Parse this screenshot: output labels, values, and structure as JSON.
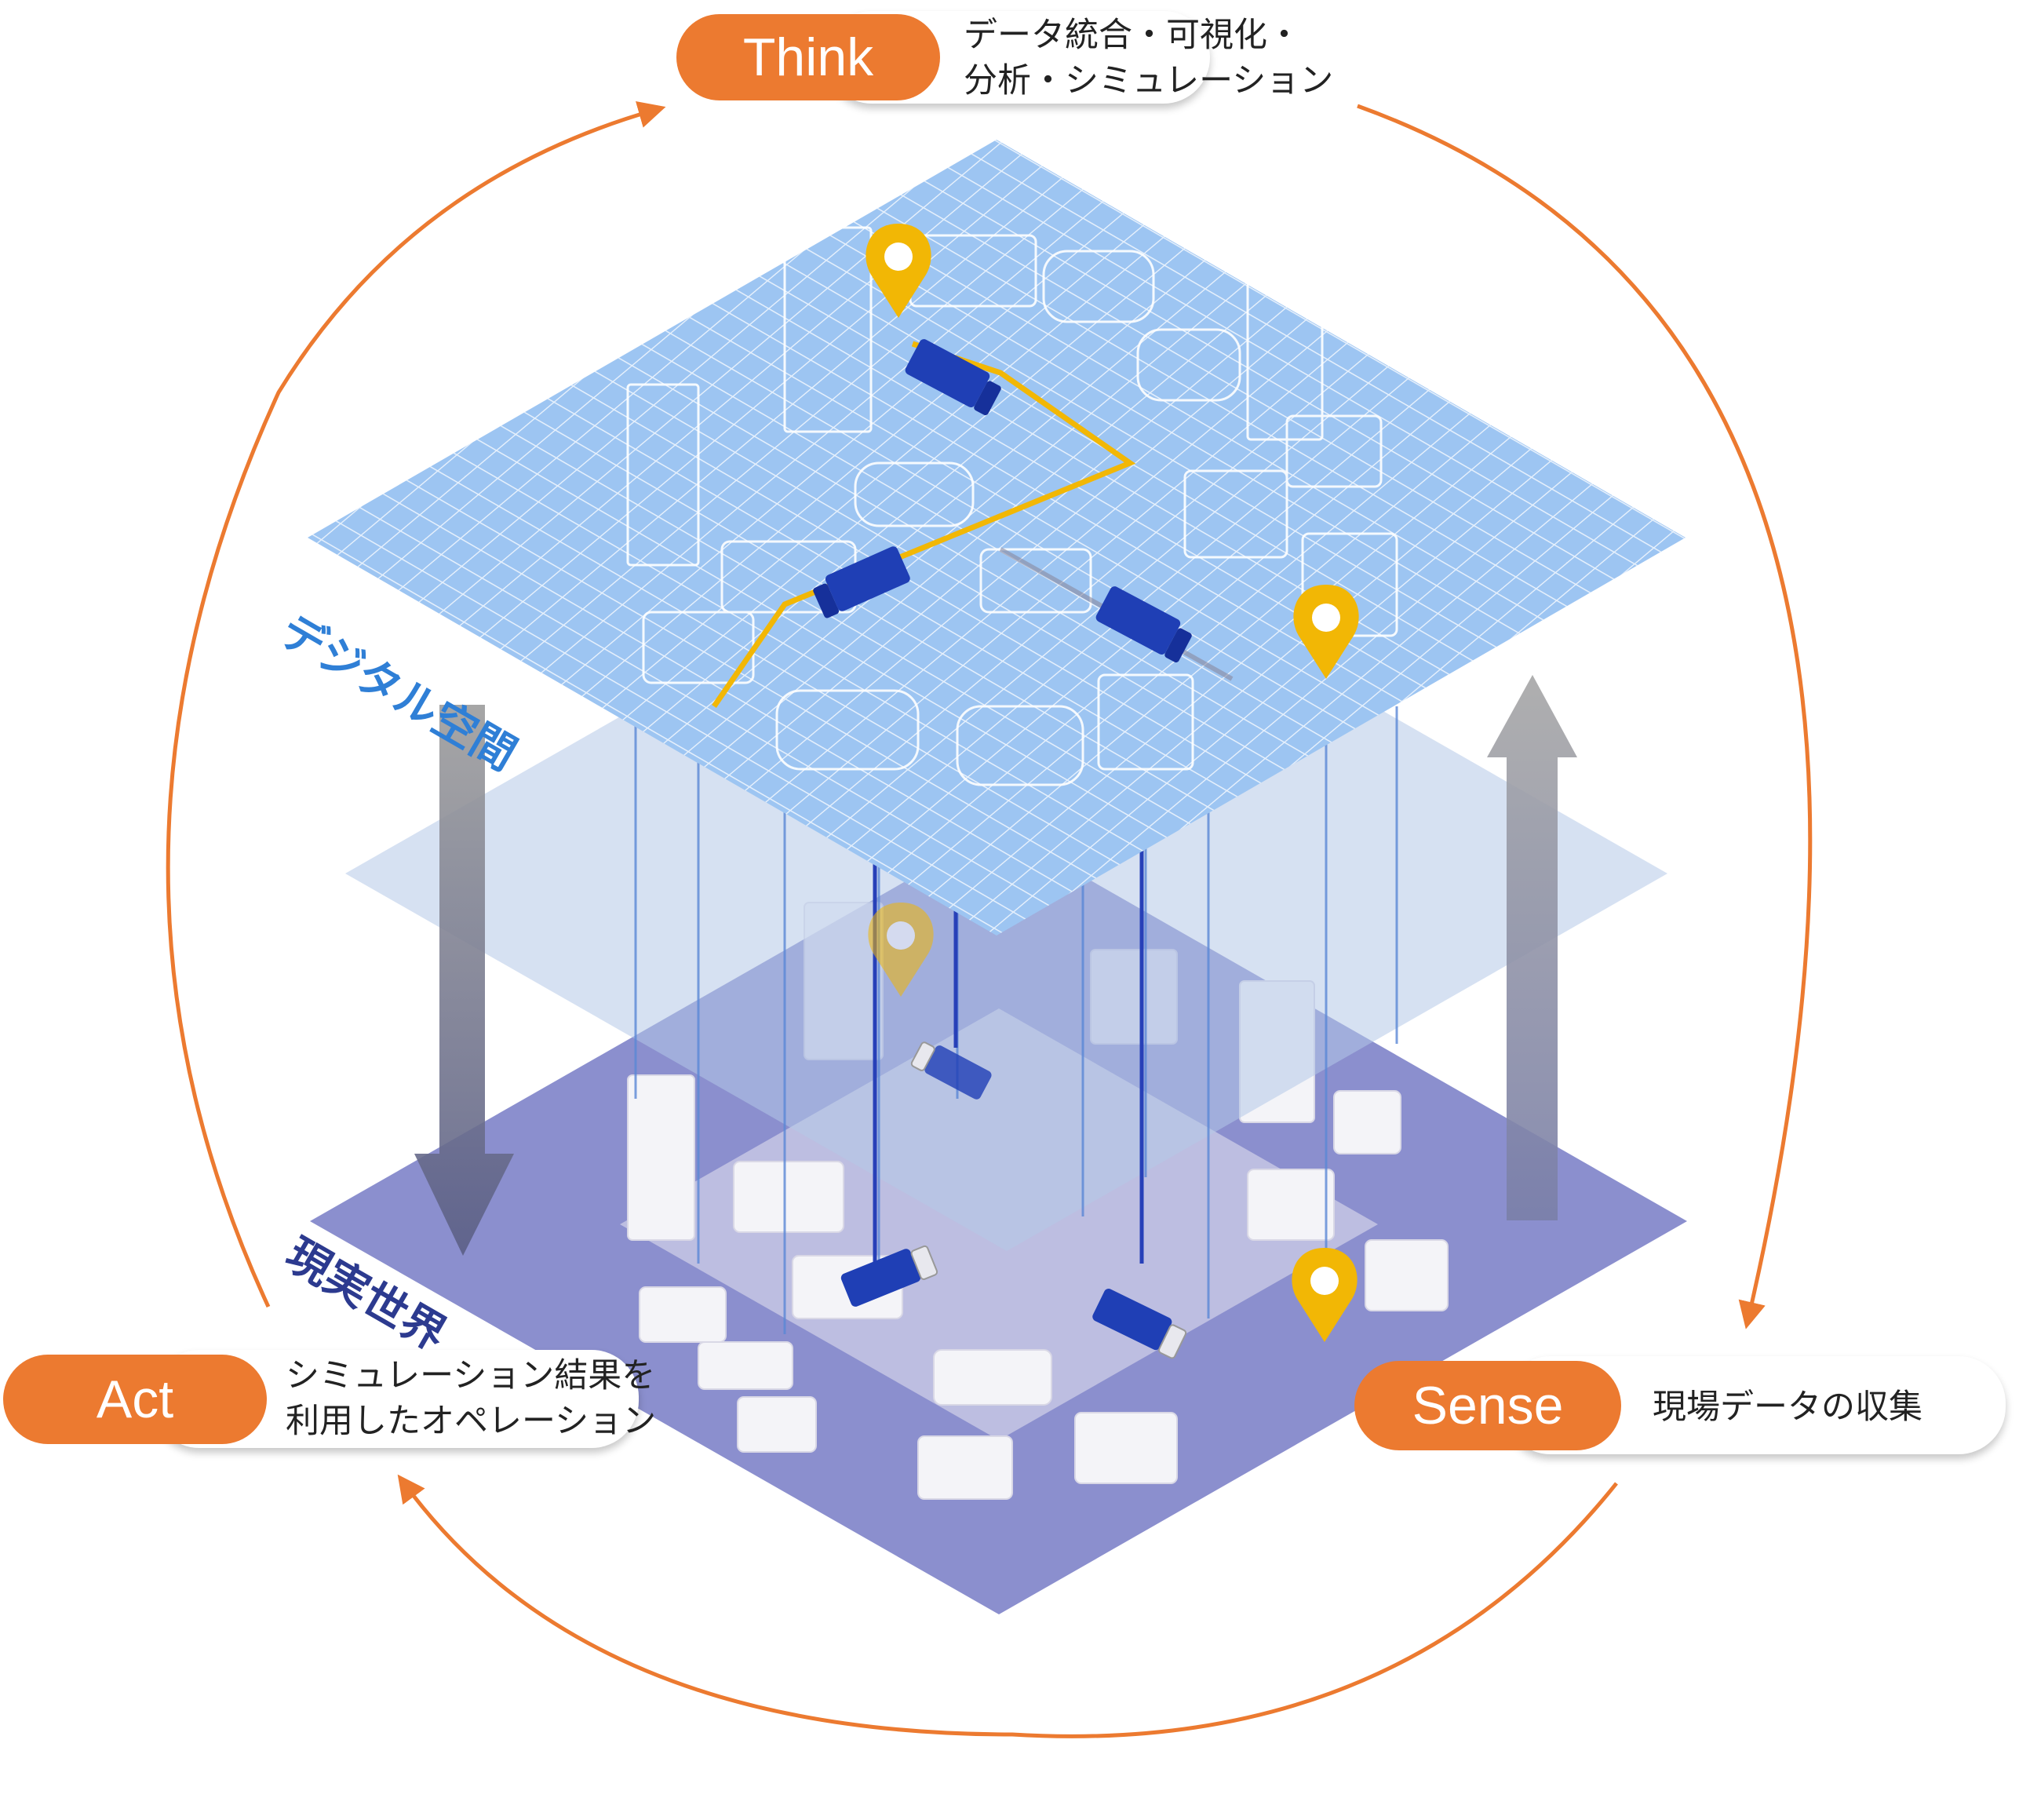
{
  "cycle": {
    "think": {
      "label": "Think",
      "desc_line1": "データ統合・可視化・",
      "desc_line2": "分析・シミュレーション"
    },
    "sense": {
      "label": "Sense",
      "desc_line1": "現場データの収集"
    },
    "act": {
      "label": "Act",
      "desc_line1": "シミュレーション結果を",
      "desc_line2": "利用したオペレーション"
    }
  },
  "layers": {
    "digital": {
      "label": "デジタル空間"
    },
    "real": {
      "label": "現実世界"
    }
  },
  "colors": {
    "accent": "#ec7a30",
    "digital_plane": "#9dc5f2",
    "real_plane": "#8b8fce",
    "pin": "#f2b705",
    "truck": "#1f3fb5",
    "digital_label": "#2f7fd6",
    "real_label": "#2c3a8f"
  }
}
